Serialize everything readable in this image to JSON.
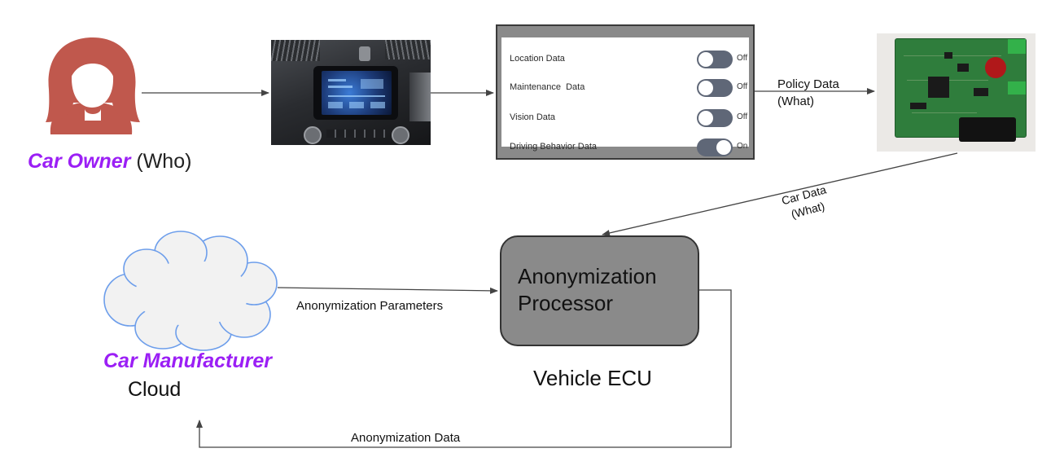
{
  "car_owner": {
    "role": "Car Owner",
    "qualifier": " (Who)",
    "icon": "person-icon",
    "icon_color": "#c0584d"
  },
  "dashboard": {
    "image": "car-dashboard-infotainment-picture"
  },
  "settings_panel": {
    "rows": [
      {
        "label": "Location Data",
        "state": "Off"
      },
      {
        "label": "Maintenance  Data",
        "state": "Off"
      },
      {
        "label": "Vision Data",
        "state": "Off"
      },
      {
        "label": "Driving Behavior Data",
        "state": "On"
      }
    ],
    "toggle_color": "#5f6777"
  },
  "policy_data": {
    "line1": "Policy Data",
    "line2": "(What)"
  },
  "ecu_board": {
    "image": "ecu-circuit-board-picture"
  },
  "car_data": {
    "line1": "Car Data",
    "line2": "(What)"
  },
  "processor": {
    "line1": "Anonymization",
    "line2": "Processor",
    "caption": "Vehicle ECU",
    "fill": "#8a8a8a"
  },
  "cloud": {
    "role": "Car Manufacturer",
    "name": "Cloud",
    "icon": "cloud-icon",
    "outline": "#6d9eeb"
  },
  "arrows": {
    "parameters_label": "Anonymization Parameters",
    "anon_data_label": "Anonymization Data"
  },
  "colors": {
    "accent_purple": "#9b1ff5",
    "line": "#444444"
  }
}
